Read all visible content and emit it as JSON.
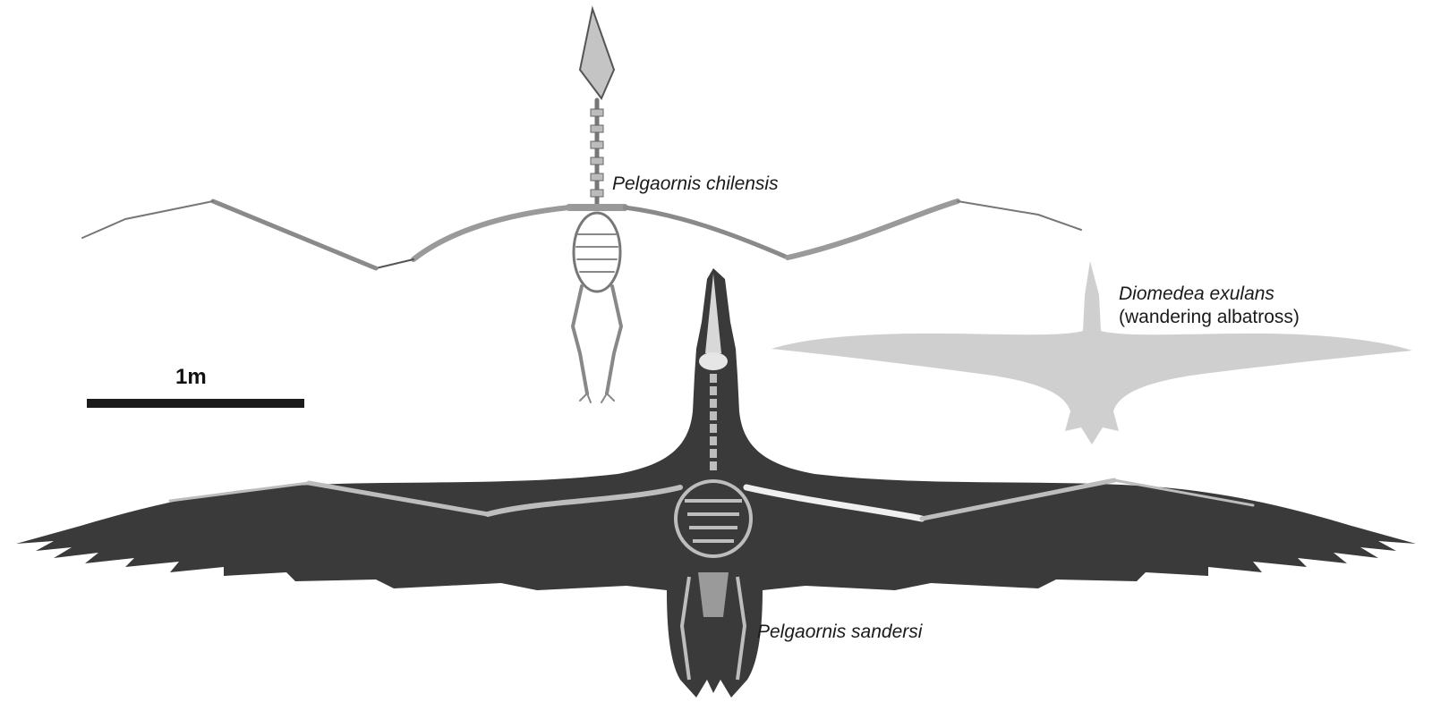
{
  "figure": {
    "labels": {
      "chilensis": "Pelgaornis chilensis",
      "exulans_line1": "Diomedea exulans",
      "exulans_line2": "(wandering albatross)",
      "sandersi": "Pelgaornis sandersi"
    },
    "scale_bar": {
      "label": "1m"
    },
    "colors": {
      "sandersi_silhouette": "#3a3a3a",
      "sandersi_bone": "#bdbdbd",
      "albatross_silhouette": "#cfcfcf",
      "chilensis_bone": "#9e9e9e",
      "scale_bar": "#1a1a1a"
    }
  }
}
